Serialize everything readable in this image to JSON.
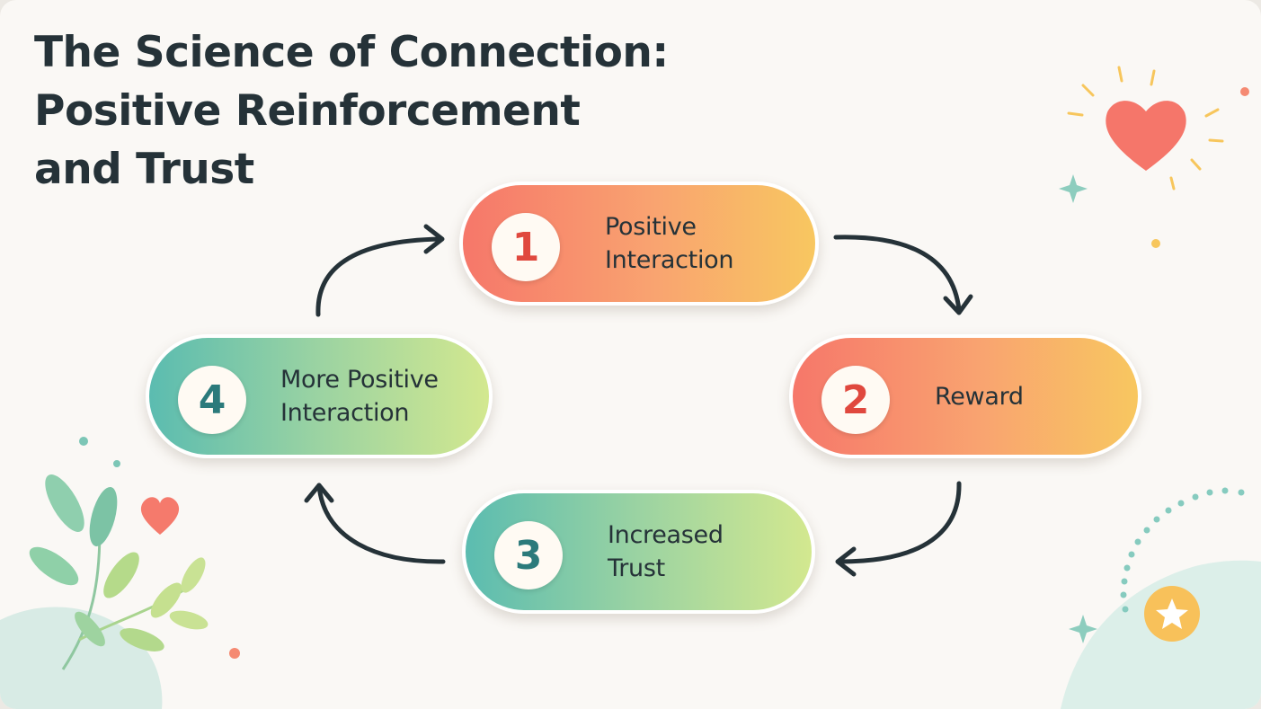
{
  "title": {
    "line1": "The Science of Connection:",
    "line2": "Positive Reinforcement",
    "line3": "and Trust"
  },
  "steps": [
    {
      "number": "1",
      "label": "Positive Interaction"
    },
    {
      "number": "2",
      "label": "Reward"
    },
    {
      "number": "3",
      "label": "Increased Trust"
    },
    {
      "number": "4",
      "label": "More Positive Interaction"
    }
  ],
  "colors": {
    "warm_gradient": [
      "#f6776a",
      "#f9a470",
      "#f8c760"
    ],
    "cool_gradient": [
      "#5bbcb0",
      "#9bd3a2",
      "#d3e88f"
    ],
    "arrow": "#253238",
    "title": "#253238"
  },
  "decorations": [
    "heart-icon",
    "sparkle-icon",
    "star-badge-icon",
    "leaf-branch-icon",
    "dotted-arc"
  ]
}
